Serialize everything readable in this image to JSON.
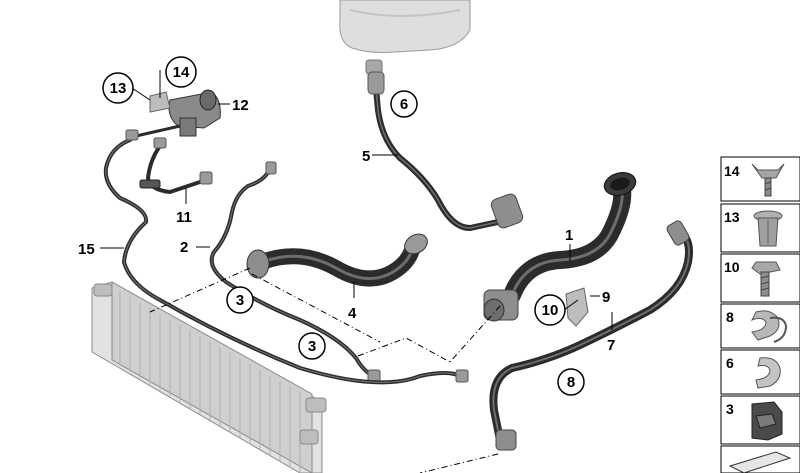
{
  "diagram": {
    "callouts": {
      "c1": "1",
      "c2": "2",
      "c3a": "3",
      "c3b": "3",
      "c4": "4",
      "c5": "5",
      "c6": "6",
      "c7": "7",
      "c8": "8",
      "c9": "9",
      "c10": "10",
      "c11": "11",
      "c12": "12",
      "c13": "13",
      "c14": "14",
      "c15": "15"
    },
    "legend": {
      "items": [
        {
          "number": "14",
          "icon": "screw-clip-icon"
        },
        {
          "number": "13",
          "icon": "expanding-nut-icon"
        },
        {
          "number": "10",
          "icon": "hex-bolt-icon"
        },
        {
          "number": "8",
          "icon": "double-hose-clip-icon"
        },
        {
          "number": "6",
          "icon": "single-hose-clip-icon"
        },
        {
          "number": "3",
          "icon": "bracket-clip-icon"
        }
      ]
    },
    "colors": {
      "hose": "#2b2b2b",
      "hose_highlight": "#6e6e6e",
      "part_gray": "#9a9a9a",
      "radiator": "#c9c9c9",
      "tank": "#d9d9d9",
      "line": "#000000"
    }
  }
}
